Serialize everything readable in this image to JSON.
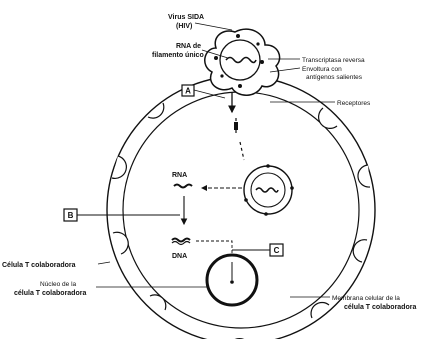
{
  "labels": {
    "virus_line1": "Virus SIDA",
    "virus_line2": "(HIV)",
    "rna_single_line1": "RNA de",
    "rna_single_line2": "filamento único",
    "reverse_transcriptase": "Transcriptasa reversa",
    "envelope_line1": "Envoltura con",
    "envelope_line2": "antígenos salientes",
    "receptors": "Receptores",
    "rna": "RNA",
    "dna": "DNA",
    "t_cell": "Célula T colaboradora",
    "nucleus_line1": "Núcleo de la",
    "nucleus_line2": "célula T colaboradora",
    "membrane_line1": "Membrana celular de la",
    "membrane_line2": "célula T colaboradora"
  },
  "boxes": {
    "a": "A",
    "b": "B",
    "c": "C"
  }
}
